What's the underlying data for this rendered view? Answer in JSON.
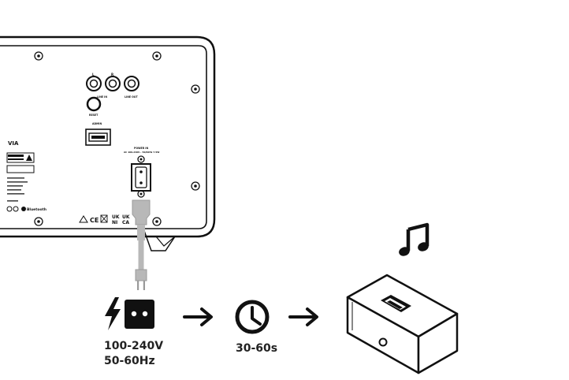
{
  "rear_panel": {
    "brand_partial": "VIA",
    "input_label": "LINE IN",
    "output_label": "LINE OUT",
    "channel_left": "L",
    "channel_right": "R",
    "reset_label": "RESET",
    "usb_label": "ADMIN",
    "power_label": "POWER IN",
    "power_rating": "AC 100-240V~ 50/60Hz  7.5W",
    "cert_uk": "UK",
    "cert_ca": "CA",
    "cert_ni": "NI",
    "bluetooth_label": "Bluetooth"
  },
  "power_spec": {
    "voltage": "100-240V",
    "frequency": "50-60Hz"
  },
  "wait_time": "30-60s",
  "icons": [
    "lightning-icon",
    "power-socket-icon",
    "arrow-right-icon",
    "clock-icon",
    "music-note-icon",
    "speaker-device-icon"
  ],
  "colors": {
    "ink": "#111111",
    "cable": "#b8b8b8",
    "panel": "#ffffff"
  }
}
